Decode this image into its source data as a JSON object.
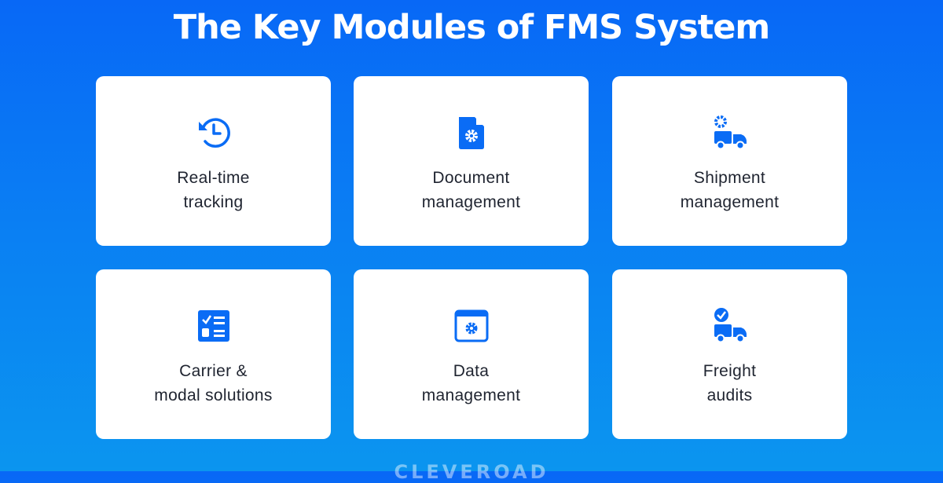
{
  "title": "The Key Modules of FMS System",
  "accent": "#0a6cf5",
  "cards": [
    {
      "label": "Real-time\ntracking",
      "icon": "history-clock-icon"
    },
    {
      "label": "Document\nmanagement",
      "icon": "document-gear-icon"
    },
    {
      "label": "Shipment\nmanagement",
      "icon": "truck-gear-icon"
    },
    {
      "label": "Carrier &\nmodal solutions",
      "icon": "checklist-icon"
    },
    {
      "label": "Data\nmanagement",
      "icon": "window-gear-icon"
    },
    {
      "label": "Freight\naudits",
      "icon": "truck-check-icon"
    }
  ],
  "watermark": "CLEVEROAD"
}
